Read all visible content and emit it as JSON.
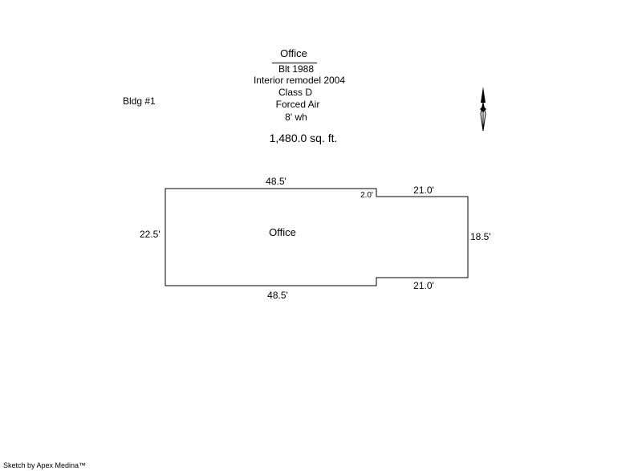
{
  "header": {
    "title": "Office",
    "lines": [
      "Blt 1988",
      "Interior remodel 2004",
      "Class D",
      "Forced Air",
      "8' wh"
    ],
    "area": "1,480.0 sq. ft."
  },
  "building_label": "Bldg #1",
  "sketch": {
    "room_label": "Office",
    "dimensions": {
      "top_left": "48.5'",
      "step": "2.0'",
      "top_right": "21.0'",
      "left": "22.5'",
      "right": "18.5'",
      "bottom_left": "48.5'",
      "bottom_right": "21.0'"
    },
    "line_color": "#000000"
  },
  "compass_icon": "north-arrow-icon",
  "footer": "Sketch by Apex Medina™"
}
